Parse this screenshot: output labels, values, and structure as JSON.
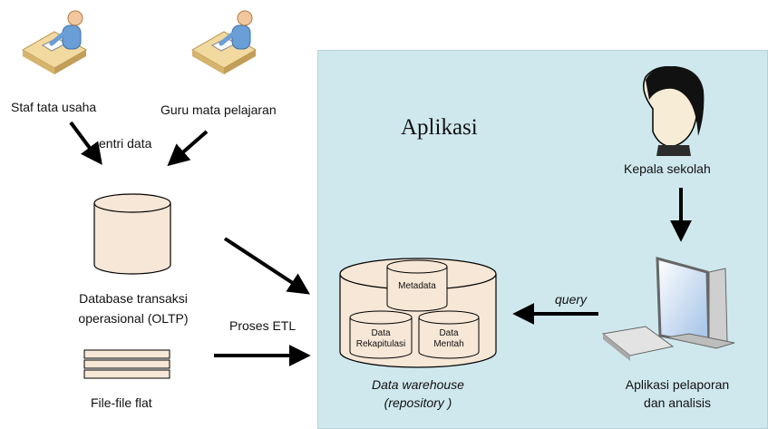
{
  "region": {
    "title": "Aplikasi",
    "fill": "#cfe8ee"
  },
  "actors": {
    "staff": "Staf tata usaha",
    "teacher": "Guru mata pelajaran",
    "principal": "Kepala sekolah"
  },
  "flows": {
    "entry": "entri data",
    "etl": "Proses ETL",
    "query": "query"
  },
  "sources": {
    "db_line1": "Database transaksi",
    "db_line2": "operasional (OLTP)",
    "flat_files": "File-file flat"
  },
  "warehouse": {
    "line1": "Data warehouse",
    "line2": "(repository )",
    "metadata": "Metadata",
    "recap_line1": "Data",
    "recap_line2": "Rekapitulasi",
    "raw_line1": "Data",
    "raw_line2": "Mentah"
  },
  "reporting": {
    "line1": "Aplikasi pelaporan",
    "line2": "dan analisis"
  },
  "icons": [
    "clerk-at-desk-icon",
    "clerk-at-desk-icon",
    "person-head-icon",
    "computer-workstation-icon",
    "cylinder-database-icon",
    "flat-file-stack-icon"
  ]
}
